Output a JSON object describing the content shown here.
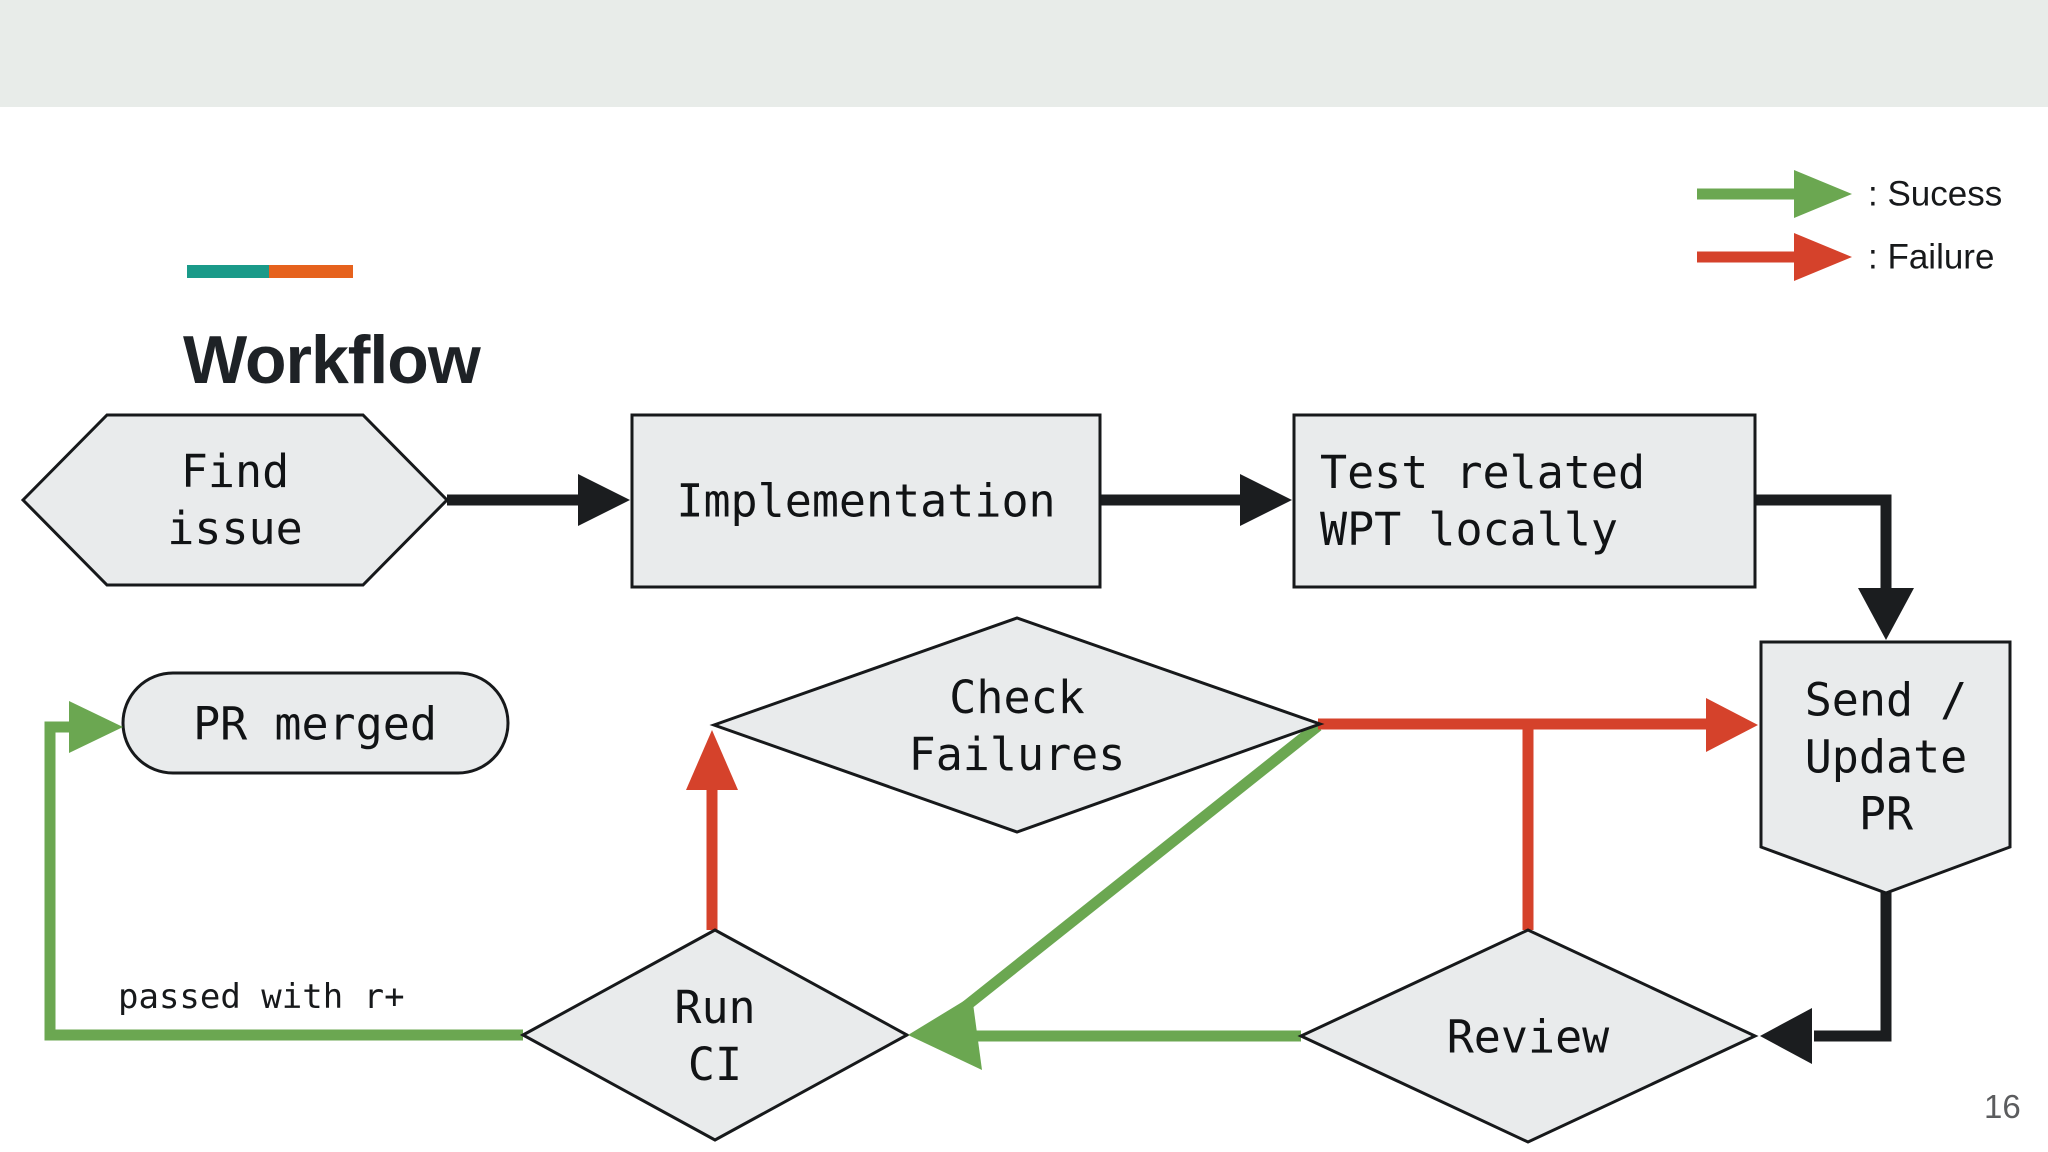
{
  "slide": {
    "title": "Workflow",
    "page_number": "16"
  },
  "legend": {
    "success_label": ": Sucess",
    "failure_label": ": Failure"
  },
  "nodes": {
    "find_issue": {
      "label": "Find\nissue"
    },
    "implementation": {
      "label": "Implementation"
    },
    "test_wpt": {
      "label": "Test related\nWPT locally"
    },
    "send_update_pr": {
      "label": "Send /\nUpdate\nPR"
    },
    "check_failures": {
      "label": "Check\nFailures"
    },
    "run_ci": {
      "label": "Run\nCI"
    },
    "review": {
      "label": "Review"
    },
    "pr_merged": {
      "label": "PR merged"
    }
  },
  "edge_labels": {
    "run_ci_to_pr_merged": "passed with r+"
  },
  "colors": {
    "success": "#6ba751",
    "failure": "#d5422b",
    "flow": "#1b1d1f",
    "node_fill": "#e9ebec",
    "node_stroke": "#17191b",
    "accent_teal": "#1a9a89",
    "accent_orange": "#e6621d",
    "top_bar": "#e8ece9"
  }
}
